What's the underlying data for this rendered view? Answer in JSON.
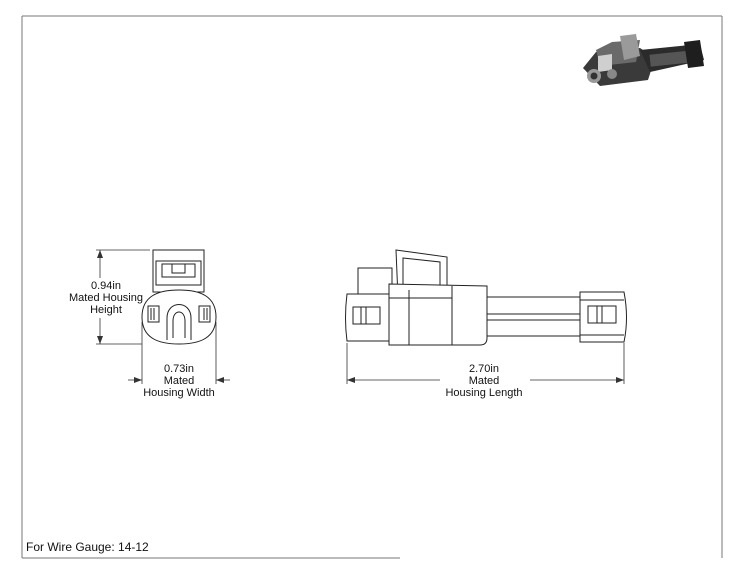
{
  "dimensions": {
    "height": {
      "value": "0.94in",
      "line1": "Mated Housing",
      "line2": "Height"
    },
    "width": {
      "value": "0.73in",
      "line1": "Mated",
      "line2": "Housing Width"
    },
    "length": {
      "value": "2.70in",
      "line1": "Mated",
      "line2": "Housing Length"
    }
  },
  "footer": {
    "wire_gauge": "For Wire Gauge: 14-12"
  }
}
